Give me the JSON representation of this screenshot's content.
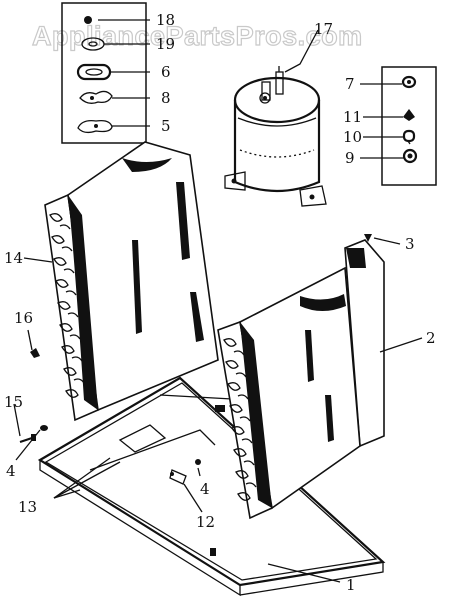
{
  "watermark": "AppliancePartsPros.com",
  "callouts": [
    {
      "id": "c18",
      "text": "18"
    },
    {
      "id": "c19",
      "text": "19"
    },
    {
      "id": "c6",
      "text": "6"
    },
    {
      "id": "c8",
      "text": "8"
    },
    {
      "id": "c5",
      "text": "5"
    },
    {
      "id": "c17",
      "text": "17"
    },
    {
      "id": "c7",
      "text": "7"
    },
    {
      "id": "c11",
      "text": "11"
    },
    {
      "id": "c10",
      "text": "10"
    },
    {
      "id": "c9",
      "text": "9"
    },
    {
      "id": "c14",
      "text": "14"
    },
    {
      "id": "c3a",
      "text": "3"
    },
    {
      "id": "c2",
      "text": "2"
    },
    {
      "id": "c16",
      "text": "16"
    },
    {
      "id": "c15",
      "text": "15"
    },
    {
      "id": "c4a",
      "text": "4"
    },
    {
      "id": "c4b",
      "text": "4"
    },
    {
      "id": "c13",
      "text": "13"
    },
    {
      "id": "c12",
      "text": "12"
    },
    {
      "id": "c1",
      "text": "1"
    }
  ]
}
